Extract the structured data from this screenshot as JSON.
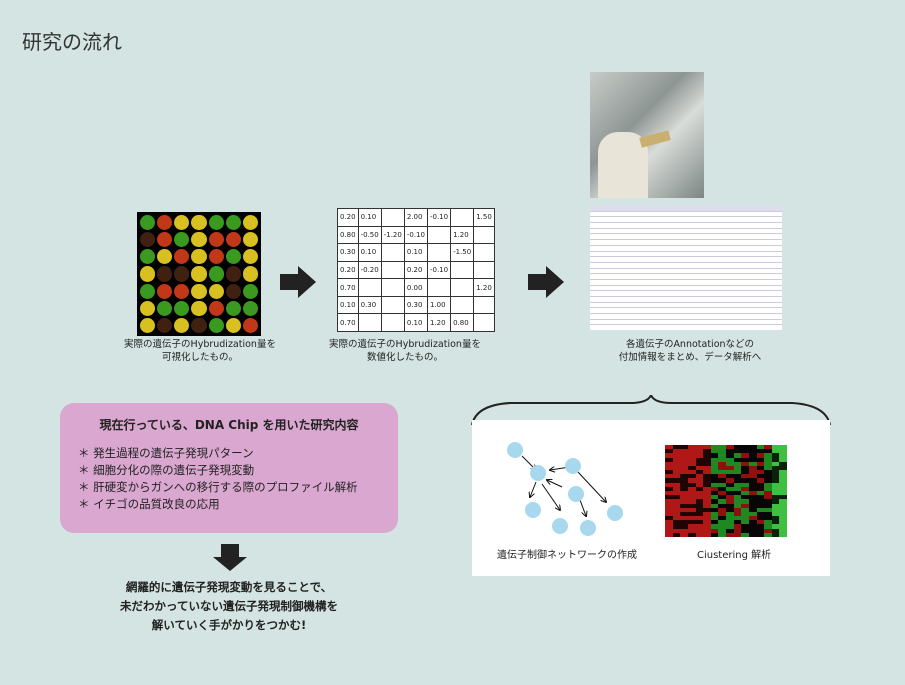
{
  "title": "研究の流れ",
  "step1": {
    "caption_line1": "実際の遺伝子のHybrudization量を",
    "caption_line2": "可視化したもの。"
  },
  "step2": {
    "caption_line1": "実際の遺伝子のHybrudization量を",
    "caption_line2": "数値化したもの。",
    "table": [
      [
        "0.20",
        "0.10",
        "",
        "2.00",
        "-0.10",
        "",
        "1.50"
      ],
      [
        "0.80",
        "-0.50",
        "-1.20",
        "-0.10",
        "",
        "1.20",
        ""
      ],
      [
        "0.30",
        "0.10",
        "",
        "0.10",
        "",
        "-1.50",
        ""
      ],
      [
        "0.20",
        "-0.20",
        "",
        "0.20",
        "-0.10",
        "",
        ""
      ],
      [
        "0.70",
        "",
        "",
        "0.00",
        "",
        "",
        "1.20"
      ],
      [
        "0.10",
        "0.30",
        "",
        "0.30",
        "1.00",
        "",
        ""
      ],
      [
        "0.70",
        "",
        "",
        "0.10",
        "1.20",
        "0.80",
        ""
      ]
    ]
  },
  "step3": {
    "caption_line1": "各遺伝子のAnnotationなどの",
    "caption_line2": "付加情報をまとめ、データ解析へ"
  },
  "research": {
    "heading": "現在行っている、DNA Chip を用いた研究内容",
    "items": [
      "＊ 発生過程の遺伝子発現パターン",
      "＊ 細胞分化の際の遺伝子発現変動",
      "＊ 肝硬変からガンへの移行する際のプロファイル解析",
      "＊ イチゴの品質改良の応用"
    ]
  },
  "conclusion": {
    "line1": "網羅的に遺伝子発現変動を見ることで、",
    "line2": "未だわかっていない遺伝子発現制御機構を",
    "line3": "解いていく手がかりをつかむ!"
  },
  "analysis": {
    "network_label": "遺伝子制御ネットワークの作成",
    "cluster_label": "Ciustering 解析"
  },
  "colors": {
    "bg": "#d4e4e2",
    "pink": "#d9a7cf",
    "node": "#a8d8ee"
  }
}
